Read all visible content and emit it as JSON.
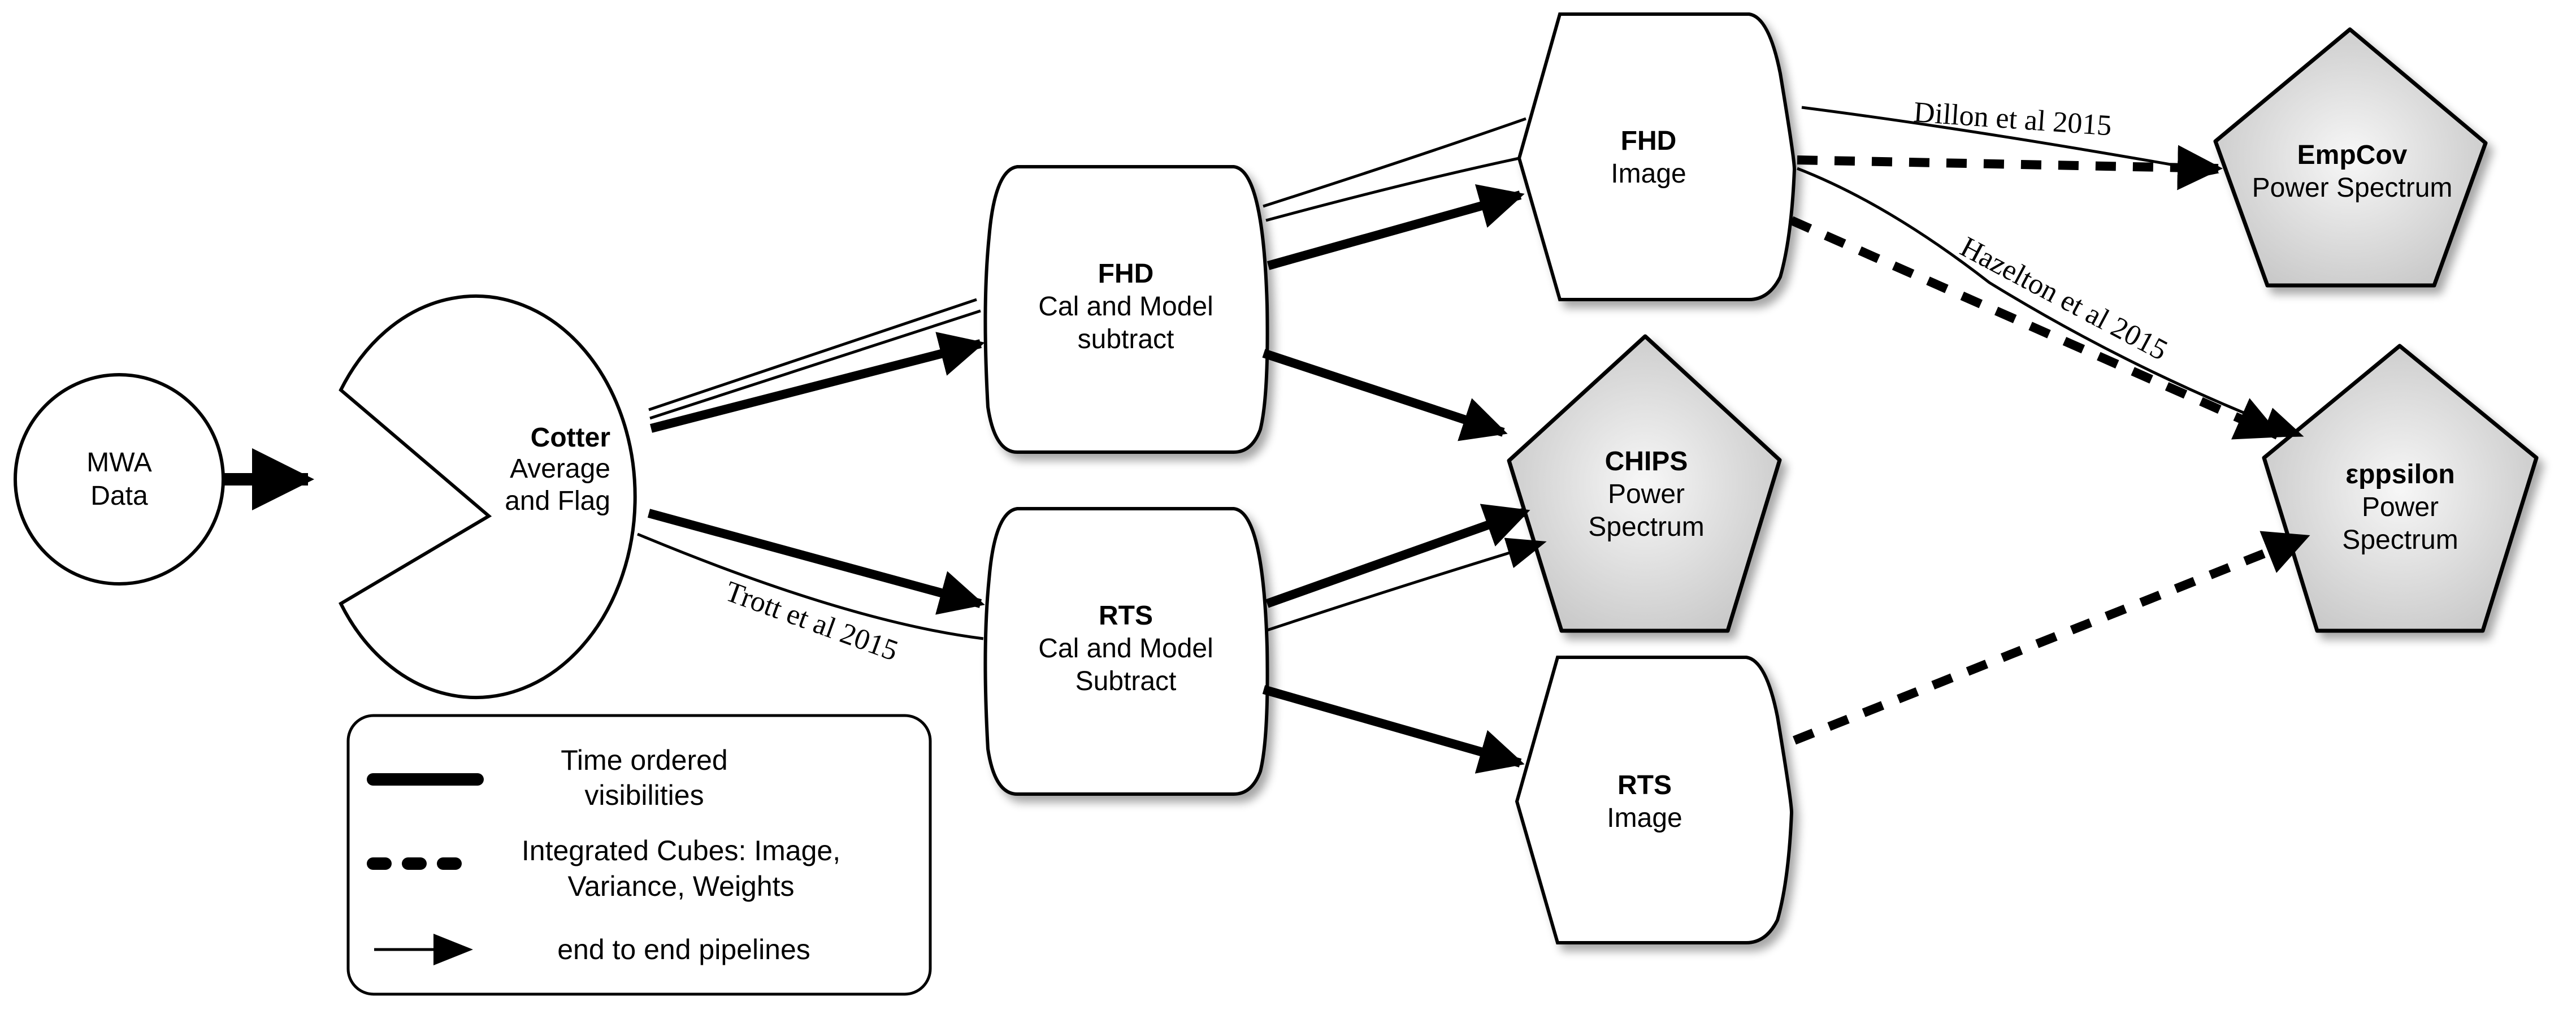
{
  "diagram": {
    "nodes": {
      "mwa": {
        "line1": "MWA",
        "line2": "Data"
      },
      "cotter": {
        "title": "Cotter",
        "line1": "Average",
        "line2": "and Flag"
      },
      "fhd_cal": {
        "title": "FHD",
        "line1": "Cal and Model",
        "line2": "subtract"
      },
      "rts_cal": {
        "title": "RTS",
        "line1": "Cal and Model",
        "line2": "Subtract"
      },
      "fhd_image": {
        "title": "FHD",
        "line1": "Image"
      },
      "rts_image": {
        "title": "RTS",
        "line1": "Image"
      },
      "chips": {
        "title": "CHIPS",
        "line1": "Power",
        "line2": "Spectrum"
      },
      "empcov": {
        "title": "EmpCov",
        "line1": "Power Spectrum"
      },
      "eppsilon": {
        "title": "εppsilon",
        "line1": "Power",
        "line2": "Spectrum"
      }
    },
    "citations": {
      "dillon": "Dillon et al 2015",
      "hazelton": "Hazelton et al 2015",
      "trott": "Trott et al 2015"
    },
    "legend": {
      "solid": {
        "line1": "Time ordered",
        "line2": "visibilities"
      },
      "dashed": {
        "line1": "Integrated Cubes: Image,",
        "line2": "Variance, Weights"
      },
      "thin": {
        "line1": "end to end pipelines"
      }
    },
    "colors": {
      "stroke": "#000000",
      "pentagon_center": "#f5f5f5",
      "pentagon_edge": "#c8c8c8"
    }
  }
}
